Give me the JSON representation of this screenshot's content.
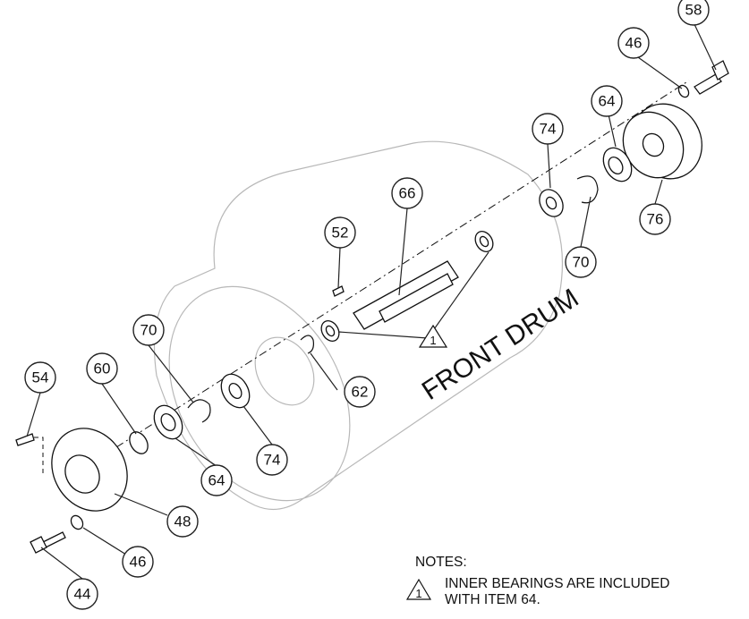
{
  "drum_label": "FRONT DRUM",
  "callouts": [
    {
      "id": "58",
      "label": "58"
    },
    {
      "id": "46a",
      "label": "46"
    },
    {
      "id": "64a",
      "label": "64"
    },
    {
      "id": "74a",
      "label": "74"
    },
    {
      "id": "66",
      "label": "66"
    },
    {
      "id": "52",
      "label": "52"
    },
    {
      "id": "76",
      "label": "76"
    },
    {
      "id": "70a",
      "label": "70"
    },
    {
      "id": "70b",
      "label": "70"
    },
    {
      "id": "62",
      "label": "62"
    },
    {
      "id": "54",
      "label": "54"
    },
    {
      "id": "60",
      "label": "60"
    },
    {
      "id": "74b",
      "label": "74"
    },
    {
      "id": "64b",
      "label": "64"
    },
    {
      "id": "48",
      "label": "48"
    },
    {
      "id": "46b",
      "label": "46"
    },
    {
      "id": "44",
      "label": "44"
    }
  ],
  "flag_note_marker": "1",
  "notes": {
    "heading": "NOTES:",
    "items": [
      {
        "marker": "1",
        "line1": "INNER BEARINGS ARE INCLUDED",
        "line2": "WITH ITEM 64."
      }
    ]
  },
  "colors": {
    "line": "#111111",
    "drum_outline": "#b8b8b8",
    "background": "#ffffff"
  }
}
